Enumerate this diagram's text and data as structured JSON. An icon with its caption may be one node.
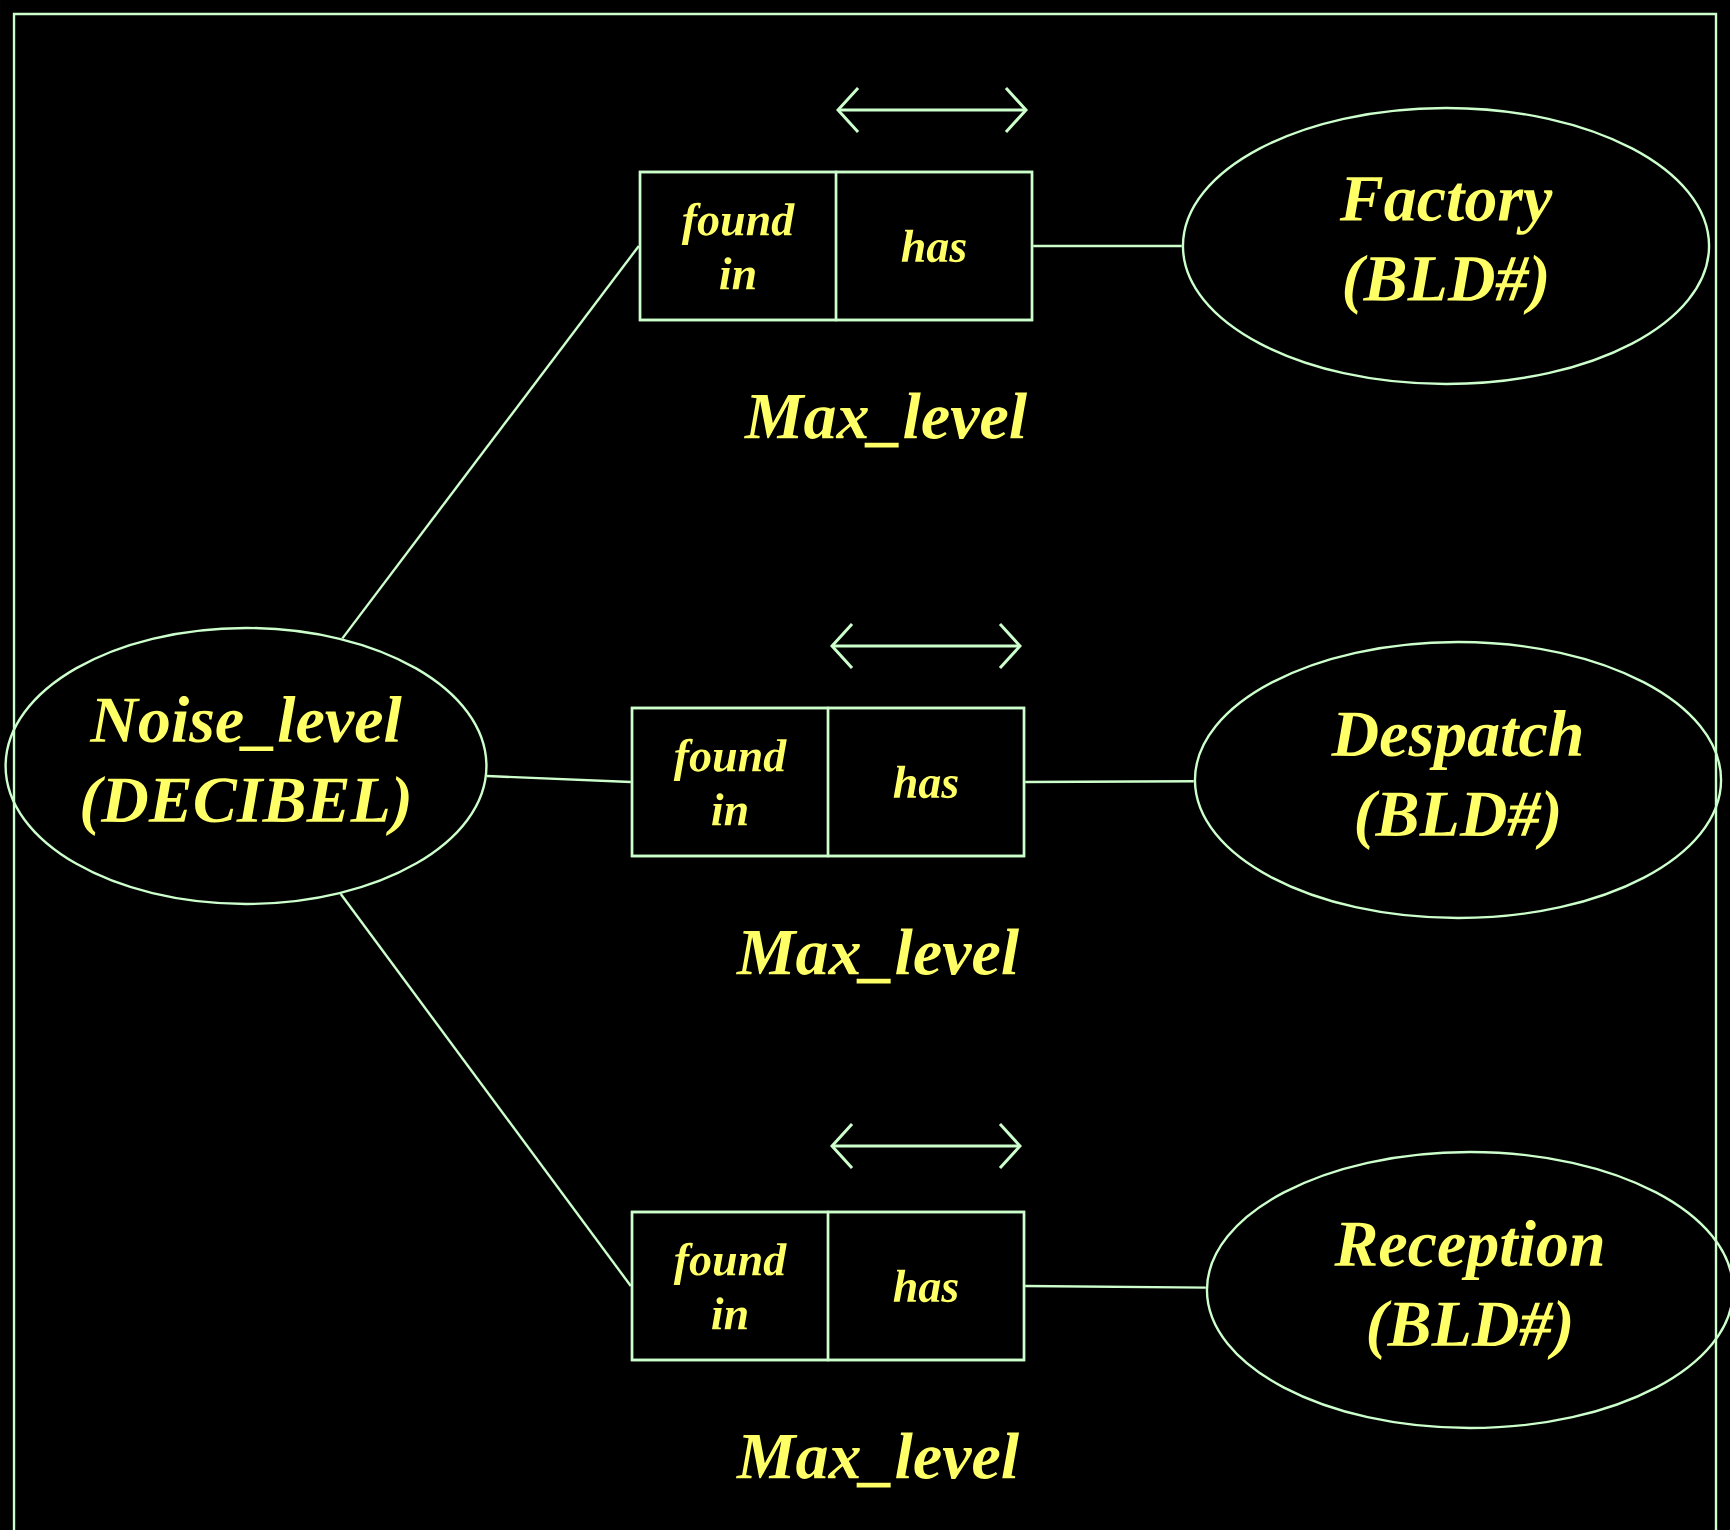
{
  "diagram": {
    "nodes": [
      {
        "text": [
          "Noise_level (DECIBEL)"
        ]
      },
      {
        "text": [],
        "shape": "box",
        "beside": [
          "Max_level"
        ]
      },
      {
        "text": [
          "found in"
        ],
        "in": 1
      },
      {
        "text": [
          "has"
        ],
        "in": 1
      },
      {
        "text": [
          "Factory (BLD#)"
        ]
      },
      {
        "text": [],
        "shape": "box",
        "beside": [
          "Max_level"
        ]
      },
      {
        "text": [
          "found in"
        ],
        "in": 5
      },
      {
        "text": [
          "has"
        ],
        "in": 5
      },
      {
        "text": [
          "Despatch (BLD#)"
        ]
      },
      {
        "text": [],
        "shape": "box",
        "beside": [
          "Max_level"
        ]
      },
      {
        "text": [
          "found in"
        ],
        "in": 9
      },
      {
        "text": [
          "has"
        ],
        "in": 9
      },
      {
        "text": [
          "Reception (BLD#)"
        ]
      }
    ],
    "edges": [
      {
        "from": 0,
        "to": 2,
        "arrow": "none"
      },
      {
        "from": 3,
        "to": 4,
        "arrow": "none"
      },
      {
        "from": 0,
        "to": 6,
        "arrow": "none"
      },
      {
        "from": 7,
        "to": 8,
        "arrow": "none"
      },
      {
        "from": 0,
        "to": 10,
        "arrow": "none"
      },
      {
        "from": 11,
        "to": 12,
        "arrow": "none"
      }
    ]
  }
}
